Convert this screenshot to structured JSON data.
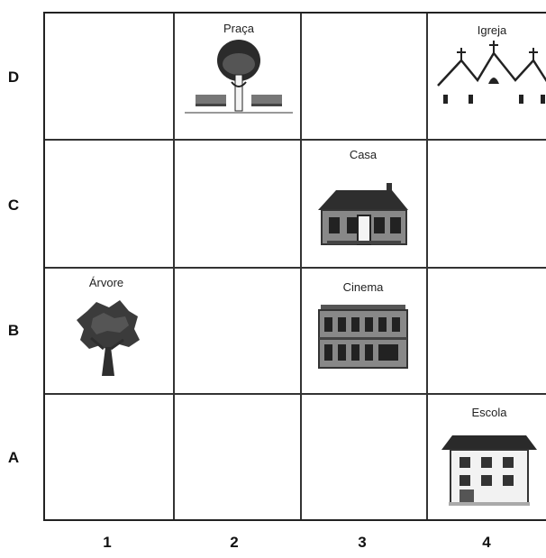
{
  "rows": [
    "D",
    "C",
    "B",
    "A"
  ],
  "columns": [
    "1",
    "2",
    "3",
    "4"
  ],
  "places": [
    {
      "label": "Praça",
      "icon": "park-icon",
      "row": "D",
      "column": "2"
    },
    {
      "label": "Igreja",
      "icon": "church-icon",
      "row": "D",
      "column": "4"
    },
    {
      "label": "Casa",
      "icon": "house-icon",
      "row": "C",
      "column": "3"
    },
    {
      "label": "Árvore",
      "icon": "tree-icon",
      "row": "B",
      "column": "1"
    },
    {
      "label": "Cinema",
      "icon": "cinema-icon",
      "row": "B",
      "column": "3"
    },
    {
      "label": "Escola",
      "icon": "school-icon",
      "row": "A",
      "column": "4"
    }
  ]
}
